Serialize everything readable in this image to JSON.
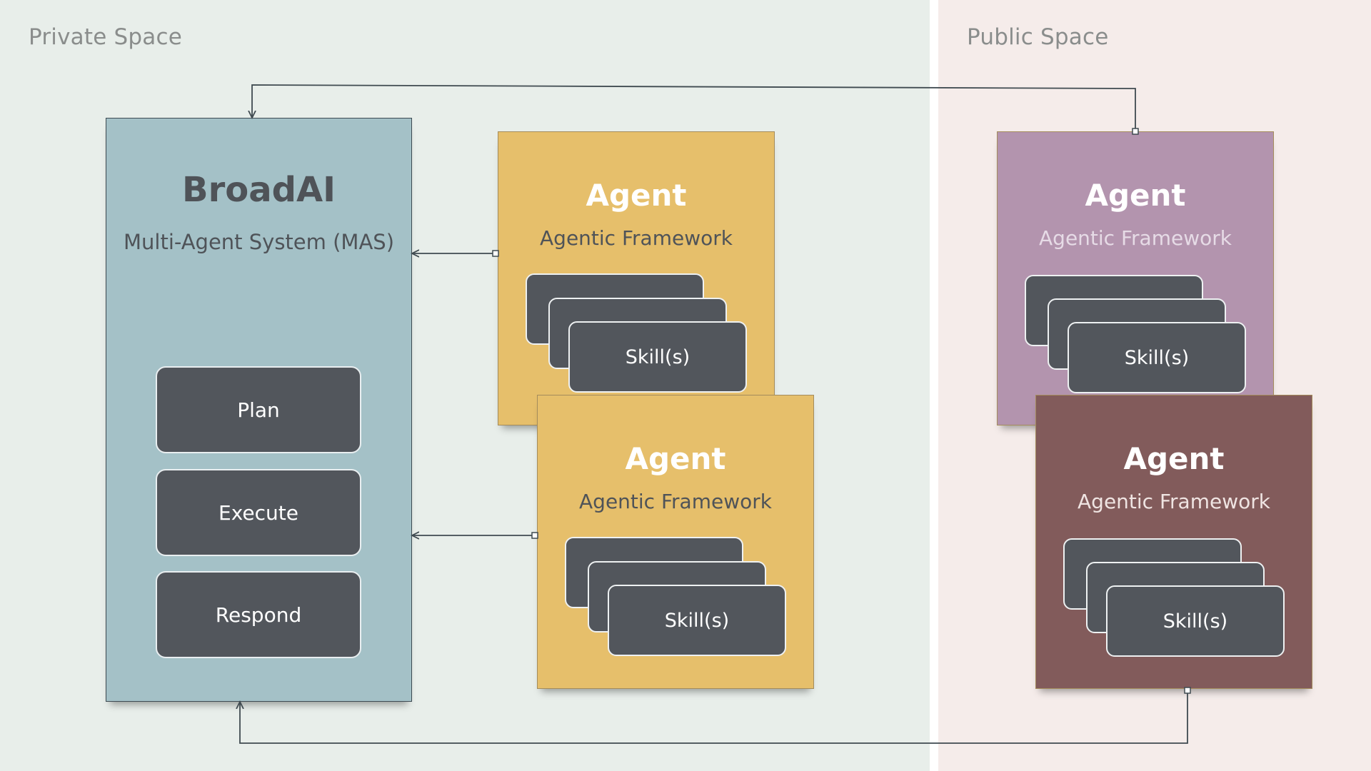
{
  "spaces": {
    "private_label": "Private Space",
    "public_label": "Public Space"
  },
  "mas": {
    "title": "BroadAI",
    "subtitle": "Multi-Agent System (MAS)",
    "steps": [
      "Plan",
      "Execute",
      "Respond"
    ]
  },
  "agents": [
    {
      "title": "Agent",
      "framework": "Agentic Framework",
      "skills_label": "Skill(s)",
      "color": "#e6bf6b",
      "text_color": "#4f5358"
    },
    {
      "title": "Agent",
      "framework": "Agentic Framework",
      "skills_label": "Skill(s)",
      "color": "#e6bf6b",
      "text_color": "#4f5358"
    },
    {
      "title": "Agent",
      "framework": "Agentic Framework",
      "skills_label": "Skill(s)",
      "color": "#b394ae",
      "text_color": "#e6dbe6"
    },
    {
      "title": "Agent",
      "framework": "Agentic Framework",
      "skills_label": "Skill(s)",
      "color": "#825b5b",
      "text_color": "#efe4e2"
    }
  ],
  "colors": {
    "private_bg": "#e8eeea",
    "public_bg": "#f5ecea",
    "mas_panel": "#a4c1c7",
    "dark_block": "#52565c",
    "connector": "#3f4a50"
  }
}
